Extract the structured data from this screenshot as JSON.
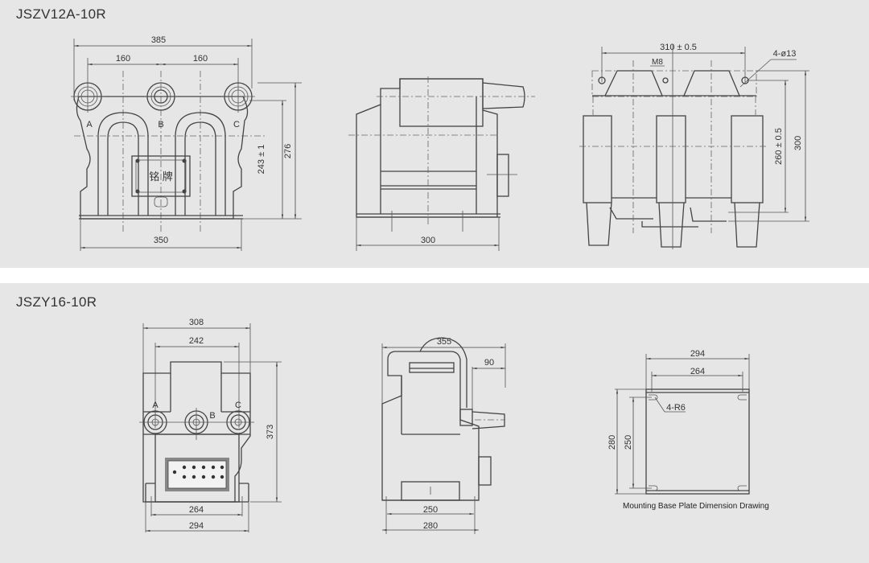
{
  "sections": [
    {
      "model": "JSZV12A-10R",
      "front_view": {
        "dims": {
          "overall_width": "385",
          "phase_spacing_left": "160",
          "phase_spacing_right": "160",
          "base_width": "350",
          "height_to_terminal": "243 ± 1",
          "overall_height": "276"
        },
        "phase_labels": [
          "A",
          "B",
          "C"
        ],
        "nameplate_text": "铭  牌"
      },
      "side_view": {
        "dims": {
          "base_depth": "300"
        }
      },
      "top_view": {
        "dims": {
          "hole_spacing": "310 ± 0.5",
          "mount_holes": "4-ø13",
          "thread": "M8",
          "hole_pitch": "260 ± 0.5",
          "overall_depth": "300"
        }
      }
    },
    {
      "model": "JSZY16-10R",
      "front_view": {
        "dims": {
          "overall_width": "308",
          "terminal_spacing": "242",
          "overall_height": "373",
          "base_inner": "264",
          "base_outer": "294"
        },
        "phase_labels": [
          "A",
          "B",
          "C"
        ]
      },
      "side_view": {
        "dims": {
          "overall_depth": "355",
          "bushing_length": "90",
          "base_inner": "250",
          "base_outer": "280"
        }
      },
      "base_plate": {
        "dims": {
          "outer_width": "294",
          "hole_spacing_x": "264",
          "slot_radius": "4-R6",
          "outer_height": "280",
          "hole_spacing_y": "250"
        },
        "caption": "Mounting Base Plate Dimension Drawing"
      }
    }
  ]
}
